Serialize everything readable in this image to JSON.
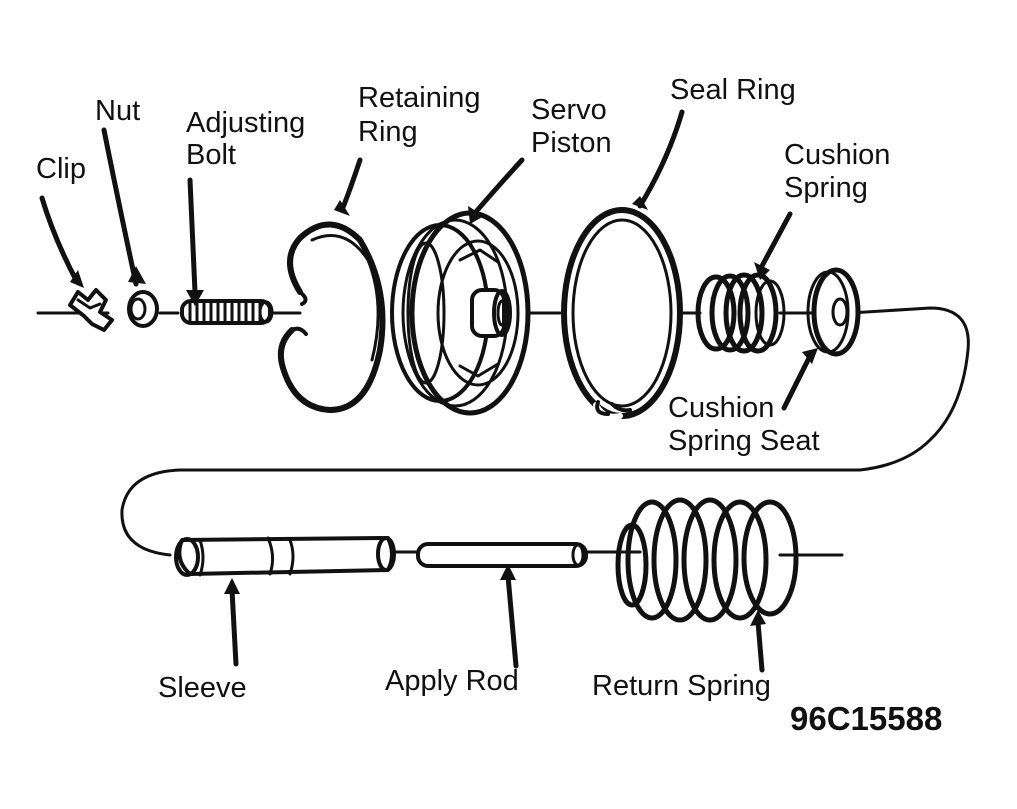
{
  "labels": {
    "clip": "Clip",
    "nut": "Nut",
    "adjusting_bolt_1": "Adjusting",
    "adjusting_bolt_2": "Bolt",
    "retaining_ring_1": "Retaining",
    "retaining_ring_2": "Ring",
    "servo_piston_1": "Servo",
    "servo_piston_2": "Piston",
    "seal_ring": "Seal Ring",
    "cushion_spring_1": "Cushion",
    "cushion_spring_2": "Spring",
    "cushion_spring_seat_1": "Cushion",
    "cushion_spring_seat_2": "Spring Seat",
    "sleeve": "Sleeve",
    "apply_rod": "Apply Rod",
    "return_spring": "Return Spring"
  },
  "figure_code": "96C15588",
  "colors": {
    "ink": "#111111",
    "paper": "#ffffff"
  }
}
